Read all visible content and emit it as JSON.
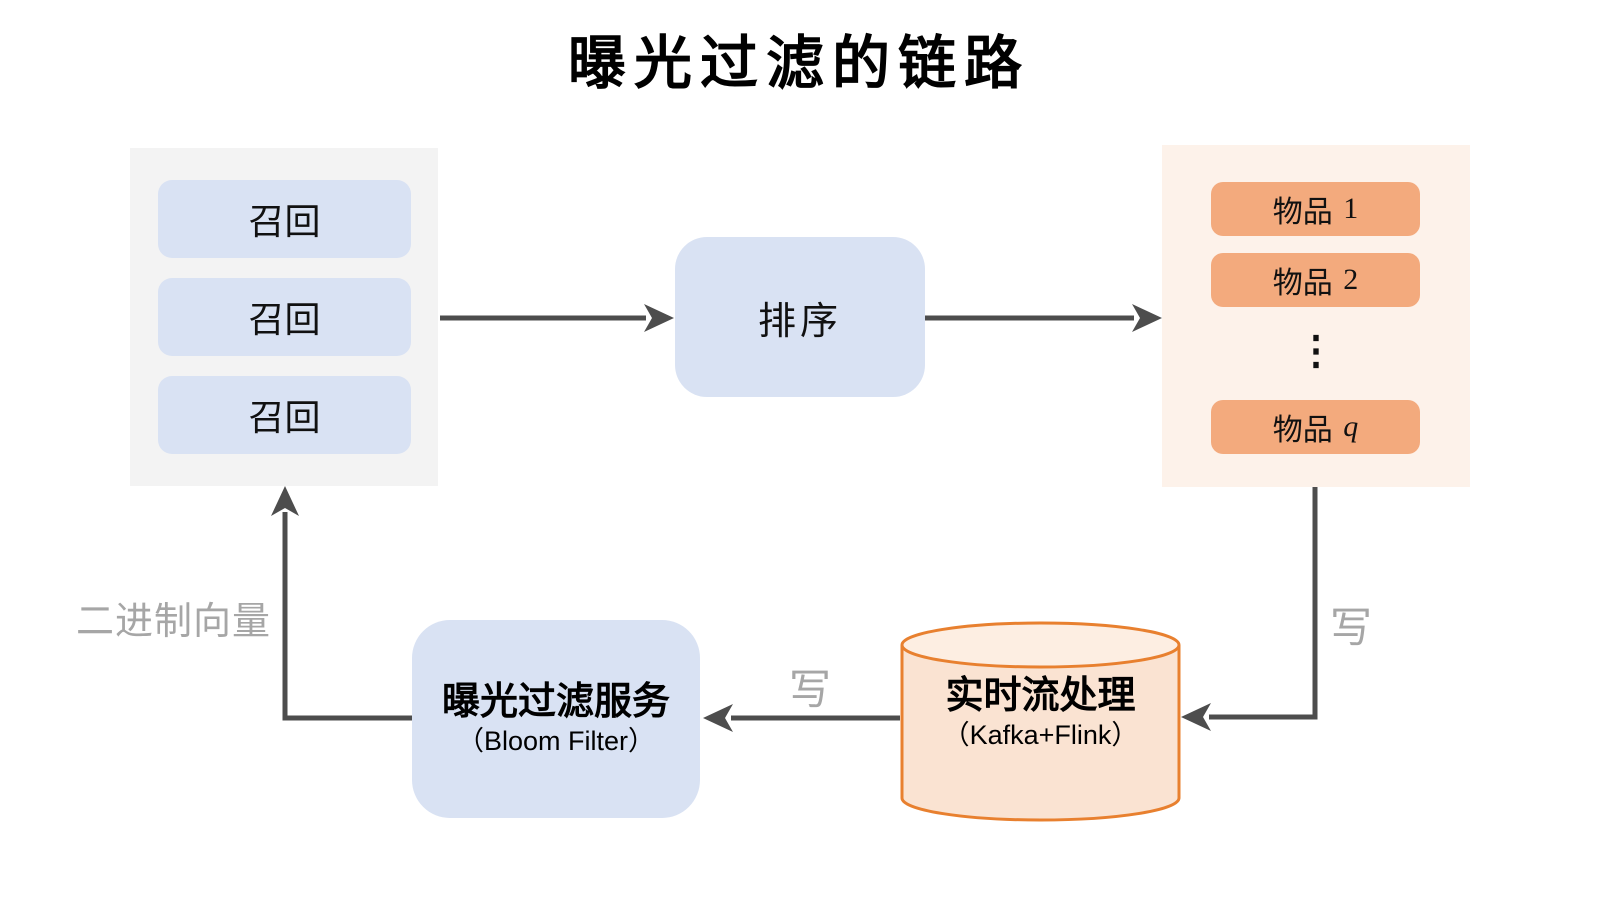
{
  "title": "曝光过滤的链路",
  "recall_panel": {
    "boxes": [
      "召回",
      "召回",
      "召回"
    ]
  },
  "ranking": {
    "label": "排序"
  },
  "items_panel": {
    "items": [
      {
        "label": "物品",
        "index": "1"
      },
      {
        "label": "物品",
        "index": "2"
      },
      {
        "label": "物品",
        "index": "q"
      }
    ],
    "ellipsis": "⋮"
  },
  "exposure_filter": {
    "title": "曝光过滤服务",
    "subtitle": "（Bloom Filter）"
  },
  "stream_processor": {
    "title": "实时流处理",
    "subtitle": "（Kafka+Flink）"
  },
  "edge_labels": {
    "binary_vector": "二进制向量",
    "write_left": "写",
    "write_right": "写"
  },
  "colors": {
    "arrow": "#4d4d4d",
    "edge_label": "#a6a6a6",
    "recall_panel_bg": "#f3f3f3",
    "blue_node_bg": "#d9e2f3",
    "items_panel_bg": "#fdf2ea",
    "item_box_bg": "#f3aa7d",
    "cylinder_fill": "#fae3d2",
    "cylinder_top_fill": "#fdeee2",
    "cylinder_stroke": "#e8802f"
  }
}
